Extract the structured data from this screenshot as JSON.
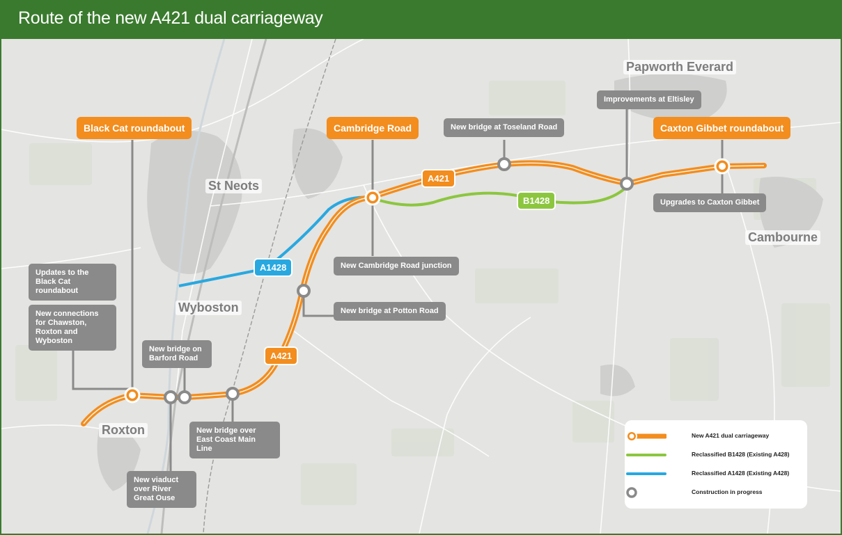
{
  "header": {
    "title": "Route of the new A421 dual carriageway"
  },
  "colors": {
    "header_bg": "#3a7a2e",
    "a421_orange": "#f28d1e",
    "b1428_green": "#8cc63f",
    "a1428_blue": "#29a8e0",
    "label_grey": "#8a8a8a",
    "map_bg": "#e4e4e2"
  },
  "towns": {
    "st_neots": "St Neots",
    "wyboston": "Wyboston",
    "roxton": "Roxton",
    "papworth": "Papworth Everard",
    "cambourne": "Cambourne"
  },
  "junctions": {
    "black_cat": "Black Cat roundabout",
    "cambridge_road": "Cambridge Road",
    "caxton_gibbet": "Caxton Gibbet roundabout"
  },
  "roads": {
    "a421_upper": "A421",
    "a421_lower": "A421",
    "b1428": "B1428",
    "a1428": "A1428"
  },
  "works": {
    "eltisley": "Improvements at Eltisley",
    "toseland": "New bridge at Toseland Road",
    "caxton_upgrades": "Upgrades to Caxton Gibbet",
    "cambridge_junction": "New Cambridge Road junction",
    "potton": "New bridge at Potton Road",
    "black_cat_updates": "Updates to the Black Cat roundabout",
    "connections": "New connections for Chawston, Roxton and Wyboston",
    "barford": "New bridge on Barford Road",
    "ecml": "New bridge over East Coast Main Line",
    "viaduct": "New viaduct over River Great Ouse"
  },
  "legend": {
    "items": [
      {
        "label": "New A421 dual carriageway",
        "symbol": "orange-line-with-node"
      },
      {
        "label": "Reclassified B1428 (Existing A428)",
        "symbol": "green-line"
      },
      {
        "label": "Reclassified A1428 (Existing A428)",
        "symbol": "blue-line"
      },
      {
        "label": "Construction in progress",
        "symbol": "grey-ring"
      }
    ]
  }
}
